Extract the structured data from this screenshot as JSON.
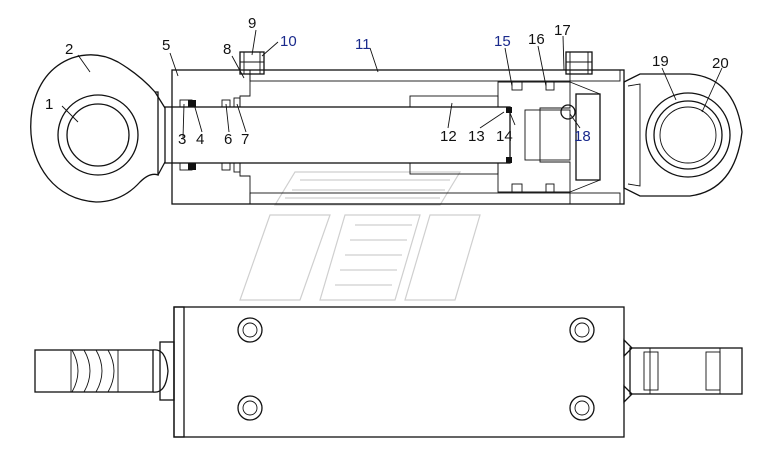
{
  "part_labels": [
    {
      "id": "1",
      "text": "1"
    },
    {
      "id": "2",
      "text": "2"
    },
    {
      "id": "3",
      "text": "3"
    },
    {
      "id": "4",
      "text": "4"
    },
    {
      "id": "5",
      "text": "5"
    },
    {
      "id": "6",
      "text": "6"
    },
    {
      "id": "7",
      "text": "7"
    },
    {
      "id": "8",
      "text": "8"
    },
    {
      "id": "9",
      "text": "9"
    },
    {
      "id": "10",
      "text": "10"
    },
    {
      "id": "11",
      "text": "11"
    },
    {
      "id": "12",
      "text": "12"
    },
    {
      "id": "13",
      "text": "13"
    },
    {
      "id": "14",
      "text": "14"
    },
    {
      "id": "15",
      "text": "15"
    },
    {
      "id": "16",
      "text": "16"
    },
    {
      "id": "17",
      "text": "17"
    },
    {
      "id": "18",
      "text": "18"
    },
    {
      "id": "19",
      "text": "19"
    },
    {
      "id": "20",
      "text": "20"
    }
  ],
  "colors": {
    "line": "#111111",
    "label_black": "#111111",
    "label_blue": "#1a2a8c",
    "watermark": "#cfcfcf",
    "background": "#ffffff"
  }
}
